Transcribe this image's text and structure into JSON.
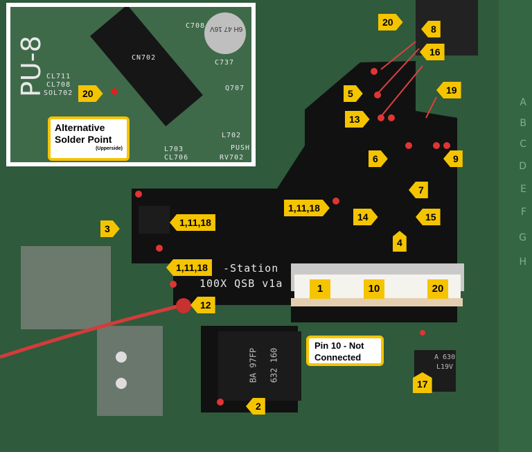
{
  "inset": {
    "board_label": "PU-8",
    "silkscreen": [
      "CN702",
      "C708",
      "C737",
      "CL711",
      "CL708",
      "SOL702",
      "Q707",
      "L702",
      "L703",
      "CL706",
      "RV702",
      "PUSH"
    ],
    "capacitor_text": "6H 47 16V",
    "pin_tag": "20",
    "callout_title": "Alternative Solder Point",
    "callout_note": "(Upperside)"
  },
  "board": {
    "silkscreen_line1": "-Station",
    "silkscreen_line2": "100X QSB v1a",
    "chip_main": [
      "BA 97FP",
      "632 160"
    ],
    "chip_small": [
      "A 630",
      "L19V"
    ],
    "edge_letters": [
      "A",
      "B",
      "C",
      "D",
      "E",
      "F",
      "G",
      "H"
    ]
  },
  "connector": {
    "pin_labels": [
      "1",
      "10",
      "20"
    ]
  },
  "note": {
    "line1": "Pin 10 - Not",
    "line2": "Connected"
  },
  "tags": [
    "20",
    "8",
    "16",
    "5",
    "19",
    "13",
    "6",
    "9",
    "7",
    "1,11,18",
    "14",
    "15",
    "4",
    "3",
    "1,11,18",
    "1,11,18",
    "12",
    "2",
    "17"
  ],
  "colors": {
    "tag": "#f5c400",
    "qsb_board": "#111111",
    "pcb": "#2f5a3c",
    "wire": "#d43b3b"
  }
}
